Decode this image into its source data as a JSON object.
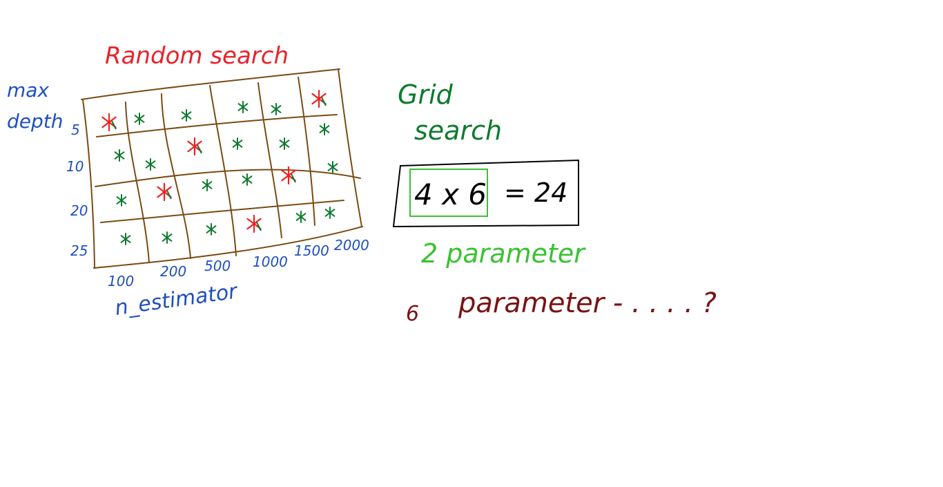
{
  "random_search": {
    "title": "Random search",
    "y_axis_label_line1": "max",
    "y_axis_label_line2": "depth",
    "x_axis_label": "n_estimator",
    "y_ticks": [
      "5",
      "10",
      "20",
      "25"
    ],
    "x_ticks": [
      "100",
      "200",
      "500",
      "1000",
      "1500",
      "2000"
    ],
    "rows": 4,
    "cols": 6,
    "random_picks": [
      [
        0,
        0
      ],
      [
        0,
        5
      ],
      [
        1,
        2
      ],
      [
        2,
        1
      ],
      [
        2,
        4
      ],
      [
        3,
        3
      ]
    ]
  },
  "grid_search": {
    "title_line1": "Grid",
    "title_line2": "search",
    "formula_lhs": "4 x 6",
    "formula_rhs": "= 24",
    "caption": "2 parameter"
  },
  "six_param_note": {
    "number": "6",
    "text": "parameter - . . . . ?"
  },
  "colors": {
    "grid": "#7a4a12",
    "title_red": "#e8222a",
    "axis_blue": "#1f4fbf",
    "mark_green": "#0e7a2e",
    "pick_red": "#ee2020",
    "grid_title_green": "#0e7a2e",
    "box_green": "#39c232",
    "caption_green": "#39c232",
    "note_maroon": "#7a1212"
  }
}
